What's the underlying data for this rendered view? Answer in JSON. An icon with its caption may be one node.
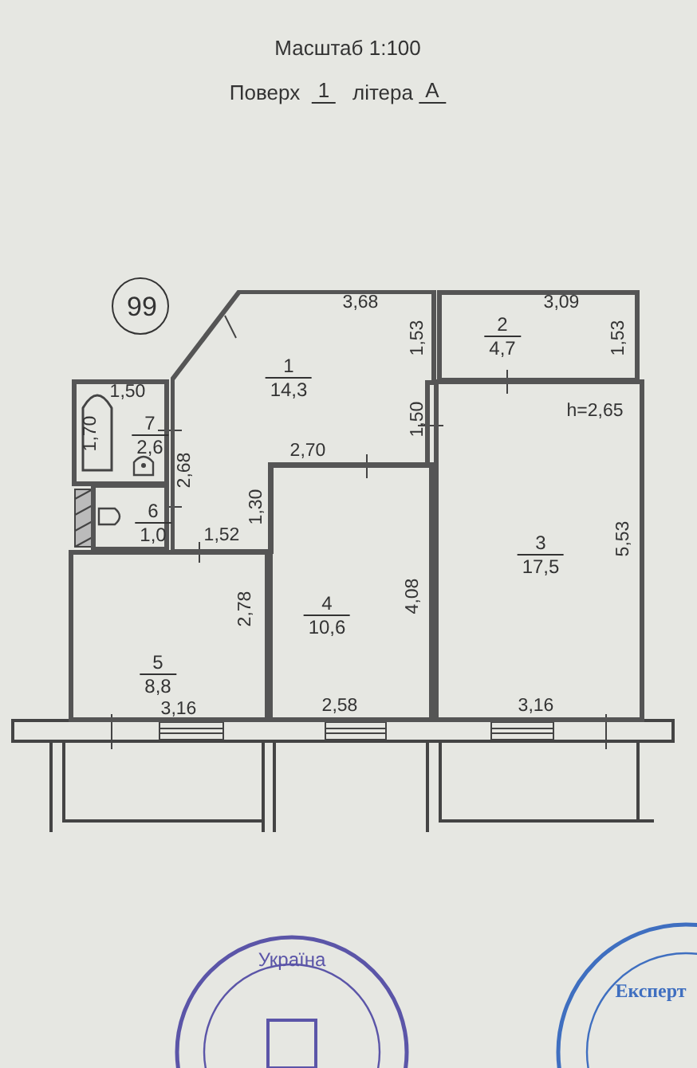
{
  "diagram": {
    "title": "Масштаб 1:100",
    "nodes": [
      {
        "text": [
          "99"
        ]
      },
      {
        "text": [
          "1",
          "14,3"
        ]
      },
      {
        "text": [
          "2",
          "4,7"
        ]
      },
      {
        "text": [
          "3",
          "17,5"
        ]
      },
      {
        "text": [
          "4",
          "10,6"
        ]
      },
      {
        "text": [
          "5",
          "8,8"
        ]
      },
      {
        "text": [
          "6",
          "1,0"
        ]
      },
      {
        "text": [
          "7",
          "2,6"
        ]
      }
    ],
    "labels": [
      "Поверх",
      "1",
      "літера",
      "А",
      "3,68",
      "3,09",
      "1,53",
      "1,53",
      "1,50",
      "1,70",
      "2,68",
      "1,50",
      "h=2,65",
      "2,70",
      "1,30",
      "1,52",
      "5,53",
      "2,78",
      "4,08",
      "3,16",
      "2,58",
      "3,16",
      "Україна",
      "Експерт"
    ]
  }
}
